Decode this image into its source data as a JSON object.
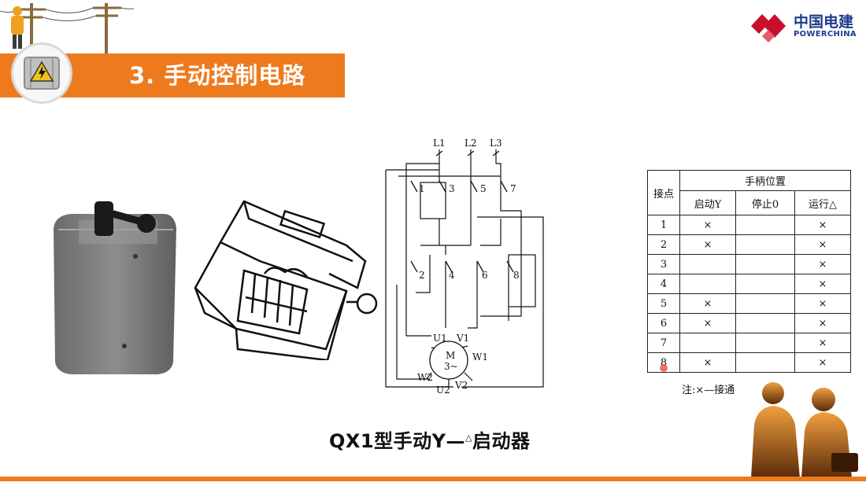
{
  "logo": {
    "name_cn": "中国电建",
    "name_en": "POWERCHINA",
    "brand_color": "#c8102e"
  },
  "title": {
    "text": "3. 手动控制电路",
    "bar_color": "#ee7a1e",
    "icon": "high-voltage-warning-icon"
  },
  "circuit": {
    "lines": [
      "L1",
      "L2",
      "L3"
    ],
    "contacts_top": [
      "1",
      "3",
      "5",
      "7"
    ],
    "contacts_bottom": [
      "2",
      "4",
      "6",
      "8"
    ],
    "motor_terminals": [
      "U1",
      "V1",
      "W1",
      "W2",
      "U2",
      "V2"
    ],
    "motor_label": "M",
    "motor_sub": "3~"
  },
  "table": {
    "corner": "接点",
    "group_header": "手柄位置",
    "columns": [
      "启动Y",
      "停止0",
      "运行△"
    ],
    "rows": [
      {
        "contact": "1",
        "start": "×",
        "stop": "",
        "run": "×"
      },
      {
        "contact": "2",
        "start": "×",
        "stop": "",
        "run": "×"
      },
      {
        "contact": "3",
        "start": "",
        "stop": "",
        "run": "×"
      },
      {
        "contact": "4",
        "start": "",
        "stop": "",
        "run": "×"
      },
      {
        "contact": "5",
        "start": "×",
        "stop": "",
        "run": "×"
      },
      {
        "contact": "6",
        "start": "×",
        "stop": "",
        "run": "×"
      },
      {
        "contact": "7",
        "start": "",
        "stop": "",
        "run": "×"
      },
      {
        "contact": "8",
        "start": "×",
        "stop": "",
        "run": "×"
      }
    ],
    "note": "注:×—接通"
  },
  "caption": {
    "main": "QX1型手动Y—",
    "triangle": "△",
    "tail": "启动器"
  },
  "accent_color": "#ee7a1e"
}
